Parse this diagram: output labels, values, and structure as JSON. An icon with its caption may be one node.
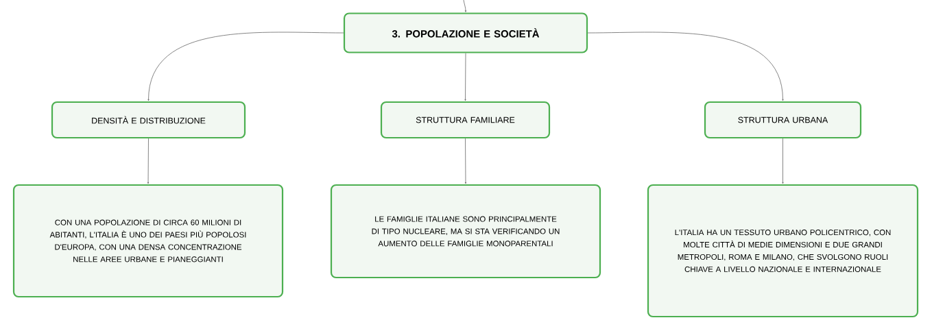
{
  "diagram": {
    "nodes": [
      {
        "text": [
          "3. POPOLAZIONE E SOCIETÀ"
        ]
      },
      {
        "text": [
          "DENSITÀ E DISTRIBUZIONE"
        ]
      },
      {
        "text": [
          "STRUTTURA FAMILIARE"
        ]
      },
      {
        "text": [
          "STRUTTURA URBANA"
        ]
      },
      {
        "text": [
          "CON UNA POPOLAZIONE DI CIRCA 60 MILIONI DI ABITANTI, L'ITALIA È UNO DEI PAESI PIÙ POPOLOSI D'EUROPA, CON UNA DENSA CONCENTRAZIONE NELLE AREE URBANE E PIANEGGIANTI"
        ]
      },
      {
        "text": [
          "LE FAMIGLIE ITALIANE SONO PRINCIPALMENTE DI TIPO NUCLEARE, MA SI STA VERIFICANDO UN AUMENTO DELLE FAMIGLIE MONOPARENTALI"
        ]
      },
      {
        "text": [
          "L'ITALIA HA UN TESSUTO URBANO POLICENTRICO, CON MOLTE CITTÀ DI MEDIE DIMENSIONI E DUE GRANDI METROPOLI, ROMA E MILANO, CHE SVOLGONO RUOLI CHIAVE A LIVELLO NAZIONALE E INTERNAZIONALE"
        ]
      }
    ],
    "edges": [
      {
        "from": null,
        "to": 0,
        "arrow": "to"
      },
      {
        "from": 0,
        "to": 1,
        "arrow": "to"
      },
      {
        "from": 0,
        "to": 2,
        "arrow": "to"
      },
      {
        "from": 0,
        "to": 3,
        "arrow": "to"
      },
      {
        "from": 1,
        "to": 4,
        "arrow": "to"
      },
      {
        "from": 2,
        "to": 5,
        "arrow": "to"
      },
      {
        "from": 3,
        "to": 6,
        "arrow": "to"
      }
    ]
  }
}
